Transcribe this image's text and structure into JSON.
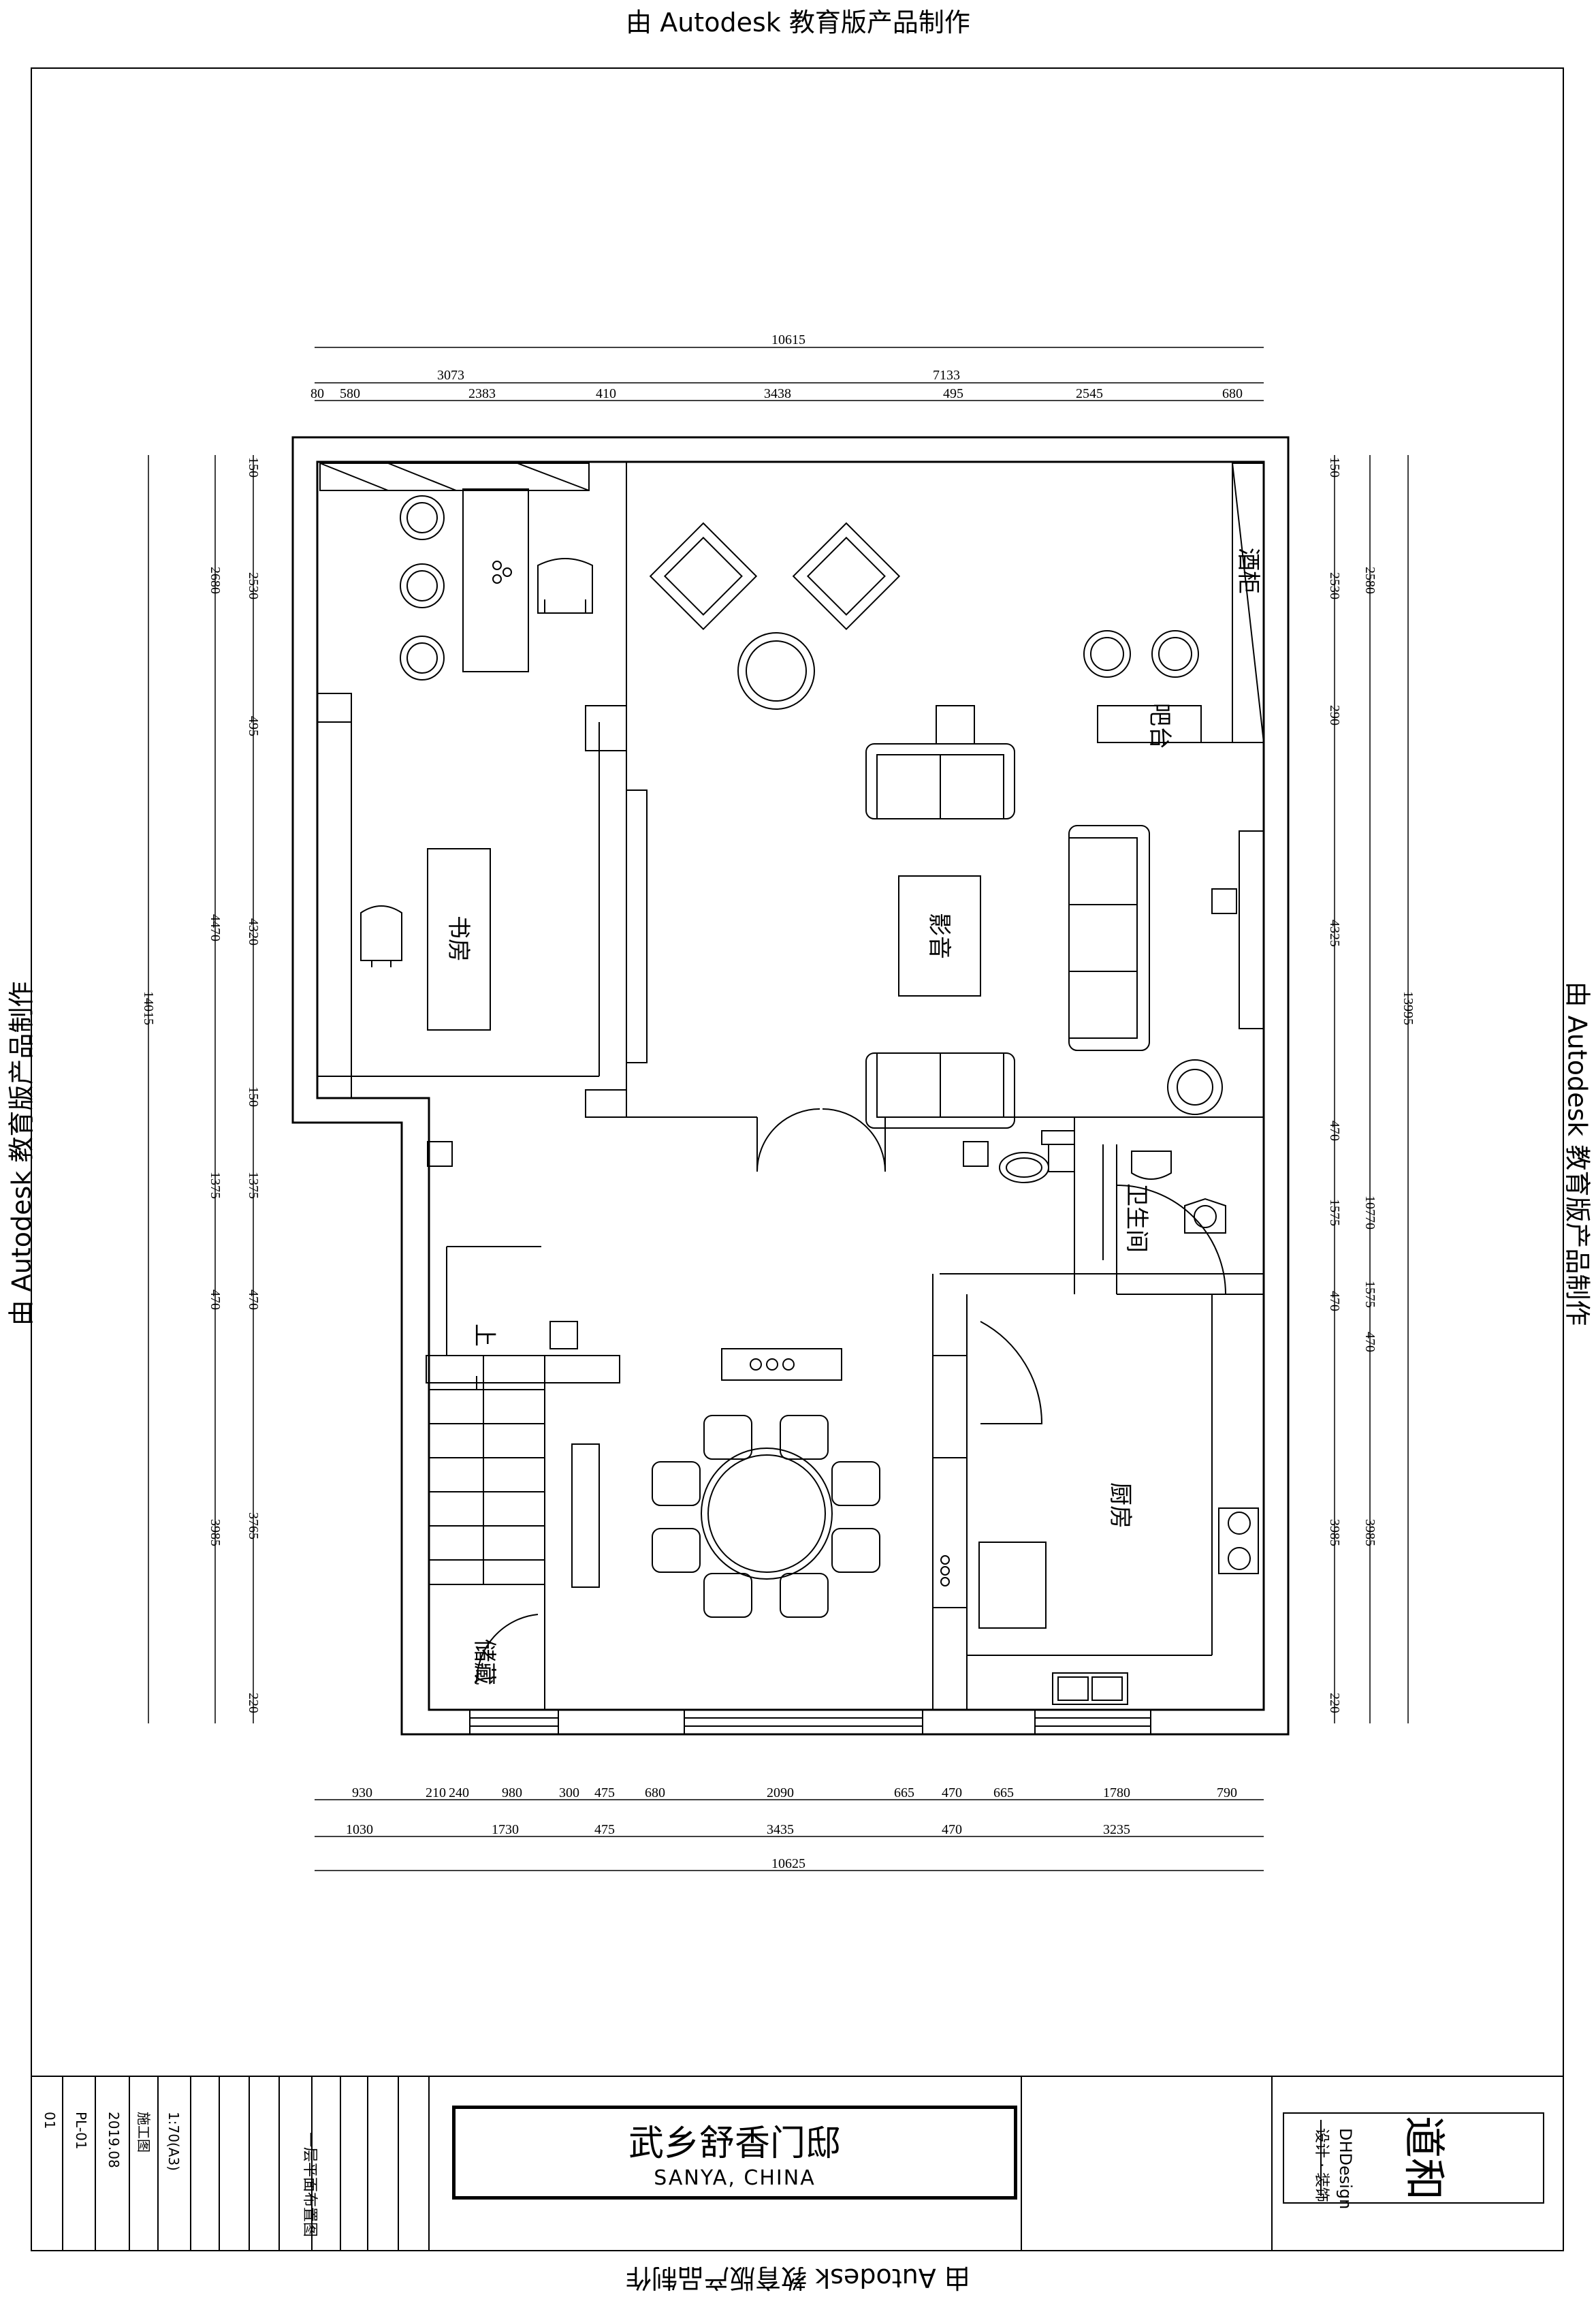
{
  "watermark": "由 Autodesk 教育版产品制作",
  "project": {
    "title": "武乡舒香门邸",
    "location": "SANYA, CHINA"
  },
  "studio": {
    "name": "DHDesign",
    "tagline": "设计 · 装饰",
    "logo_text": "道和"
  },
  "sheet": {
    "drawing_name": "一层平面布置图",
    "scale": "1:70(A3)",
    "date": "2019.08",
    "stage": "施工图",
    "number": "PL-01",
    "page": "01"
  },
  "rooms": {
    "study": "书房",
    "theater": "影音",
    "bar": "吧台",
    "wine_cabinet": "酒柜",
    "bathroom": "卫生间",
    "kitchen": "厨房",
    "storage": "储藏",
    "stair_up": "上"
  },
  "dimensions": {
    "top_total": "10615",
    "top_groups": [
      "3073",
      "7133"
    ],
    "top_details": [
      "80",
      "580",
      "2383",
      "410",
      "3438",
      "495",
      "2545",
      "680"
    ],
    "bottom_details": [
      "930",
      "210",
      "240",
      "980",
      "300",
      "475",
      "680",
      "2090",
      "665",
      "470",
      "665",
      "1780",
      "790"
    ],
    "bottom_groups": [
      "1030",
      "1730",
      "475",
      "3435",
      "470",
      "3235"
    ],
    "bottom_total": "10625",
    "left_total": "14015",
    "left_groups": [
      "2680",
      "4470",
      "1375",
      "470",
      "3985"
    ],
    "left_details": [
      "150",
      "2530",
      "495",
      "4320",
      "150",
      "1375",
      "470",
      "3765",
      "220"
    ],
    "right_total": "13995",
    "right_groups": [
      "2580",
      "10770",
      "1575",
      "470",
      "3985"
    ],
    "right_details": [
      "150",
      "2530",
      "290",
      "4325",
      "470",
      "1575",
      "470",
      "3985",
      "220"
    ]
  }
}
